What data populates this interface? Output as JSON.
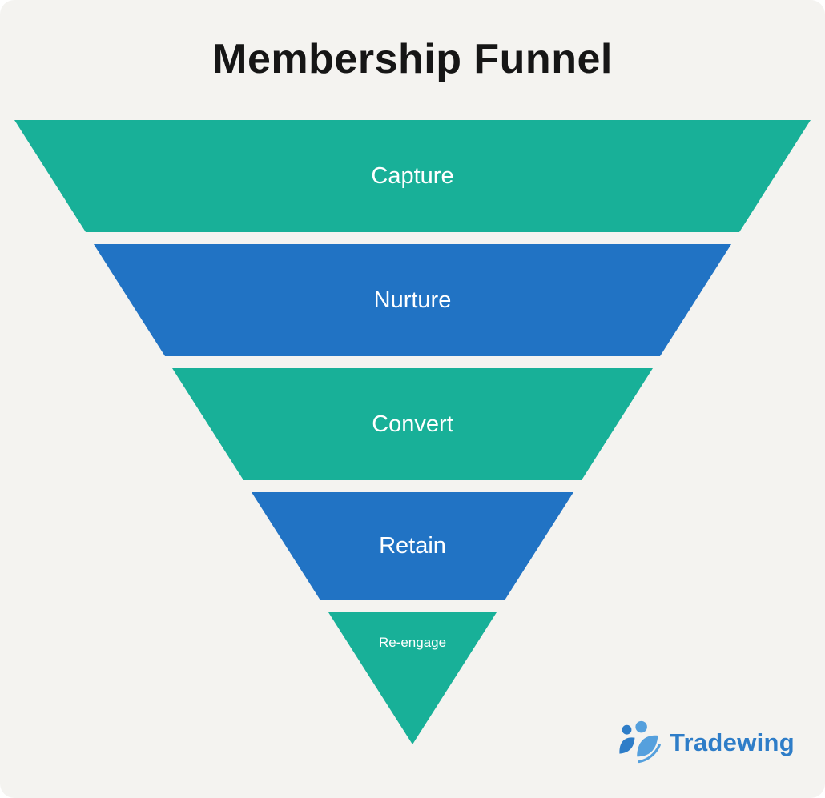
{
  "title": "Membership Funnel",
  "funnel": {
    "type": "funnel",
    "stages": [
      {
        "label": "Capture",
        "color": "#18b098"
      },
      {
        "label": "Nurture",
        "color": "#2173c4"
      },
      {
        "label": "Convert",
        "color": "#18b098"
      },
      {
        "label": "Retain",
        "color": "#2173c4"
      },
      {
        "label": "Re-engage",
        "color": "#18b098"
      }
    ]
  },
  "branding": {
    "logo_text": "Tradewing",
    "brand_color": "#2e7dc8"
  }
}
